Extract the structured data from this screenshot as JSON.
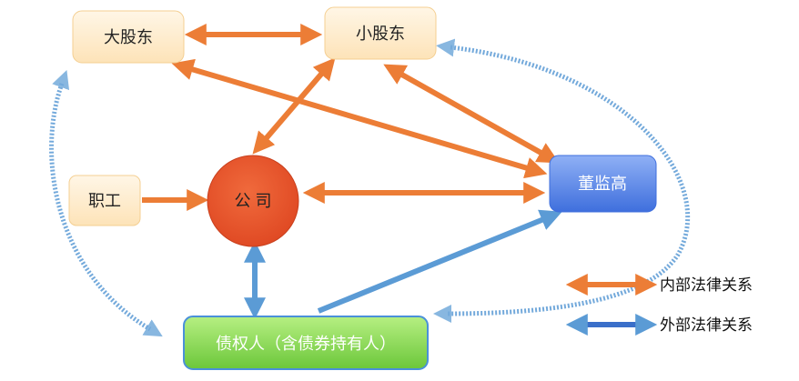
{
  "nodes": {
    "major_shareholder": "大股东",
    "minor_shareholder": "小股东",
    "employee": "职工",
    "company": "公 司",
    "board_supervisors_executives": "董监高",
    "creditor": "债权人（含债券持有人）"
  },
  "legend": {
    "internal": "内部法律关系",
    "external": "外部法律关系"
  },
  "colors": {
    "internal_arrow": "#ec7d36",
    "external_arrow": "#5b9bd5",
    "shareholder_fill": "#fde9c8",
    "company_fill": "#e4552b",
    "board_fill": "#4f7fe6",
    "creditor_fill": "#7fd44a"
  }
}
